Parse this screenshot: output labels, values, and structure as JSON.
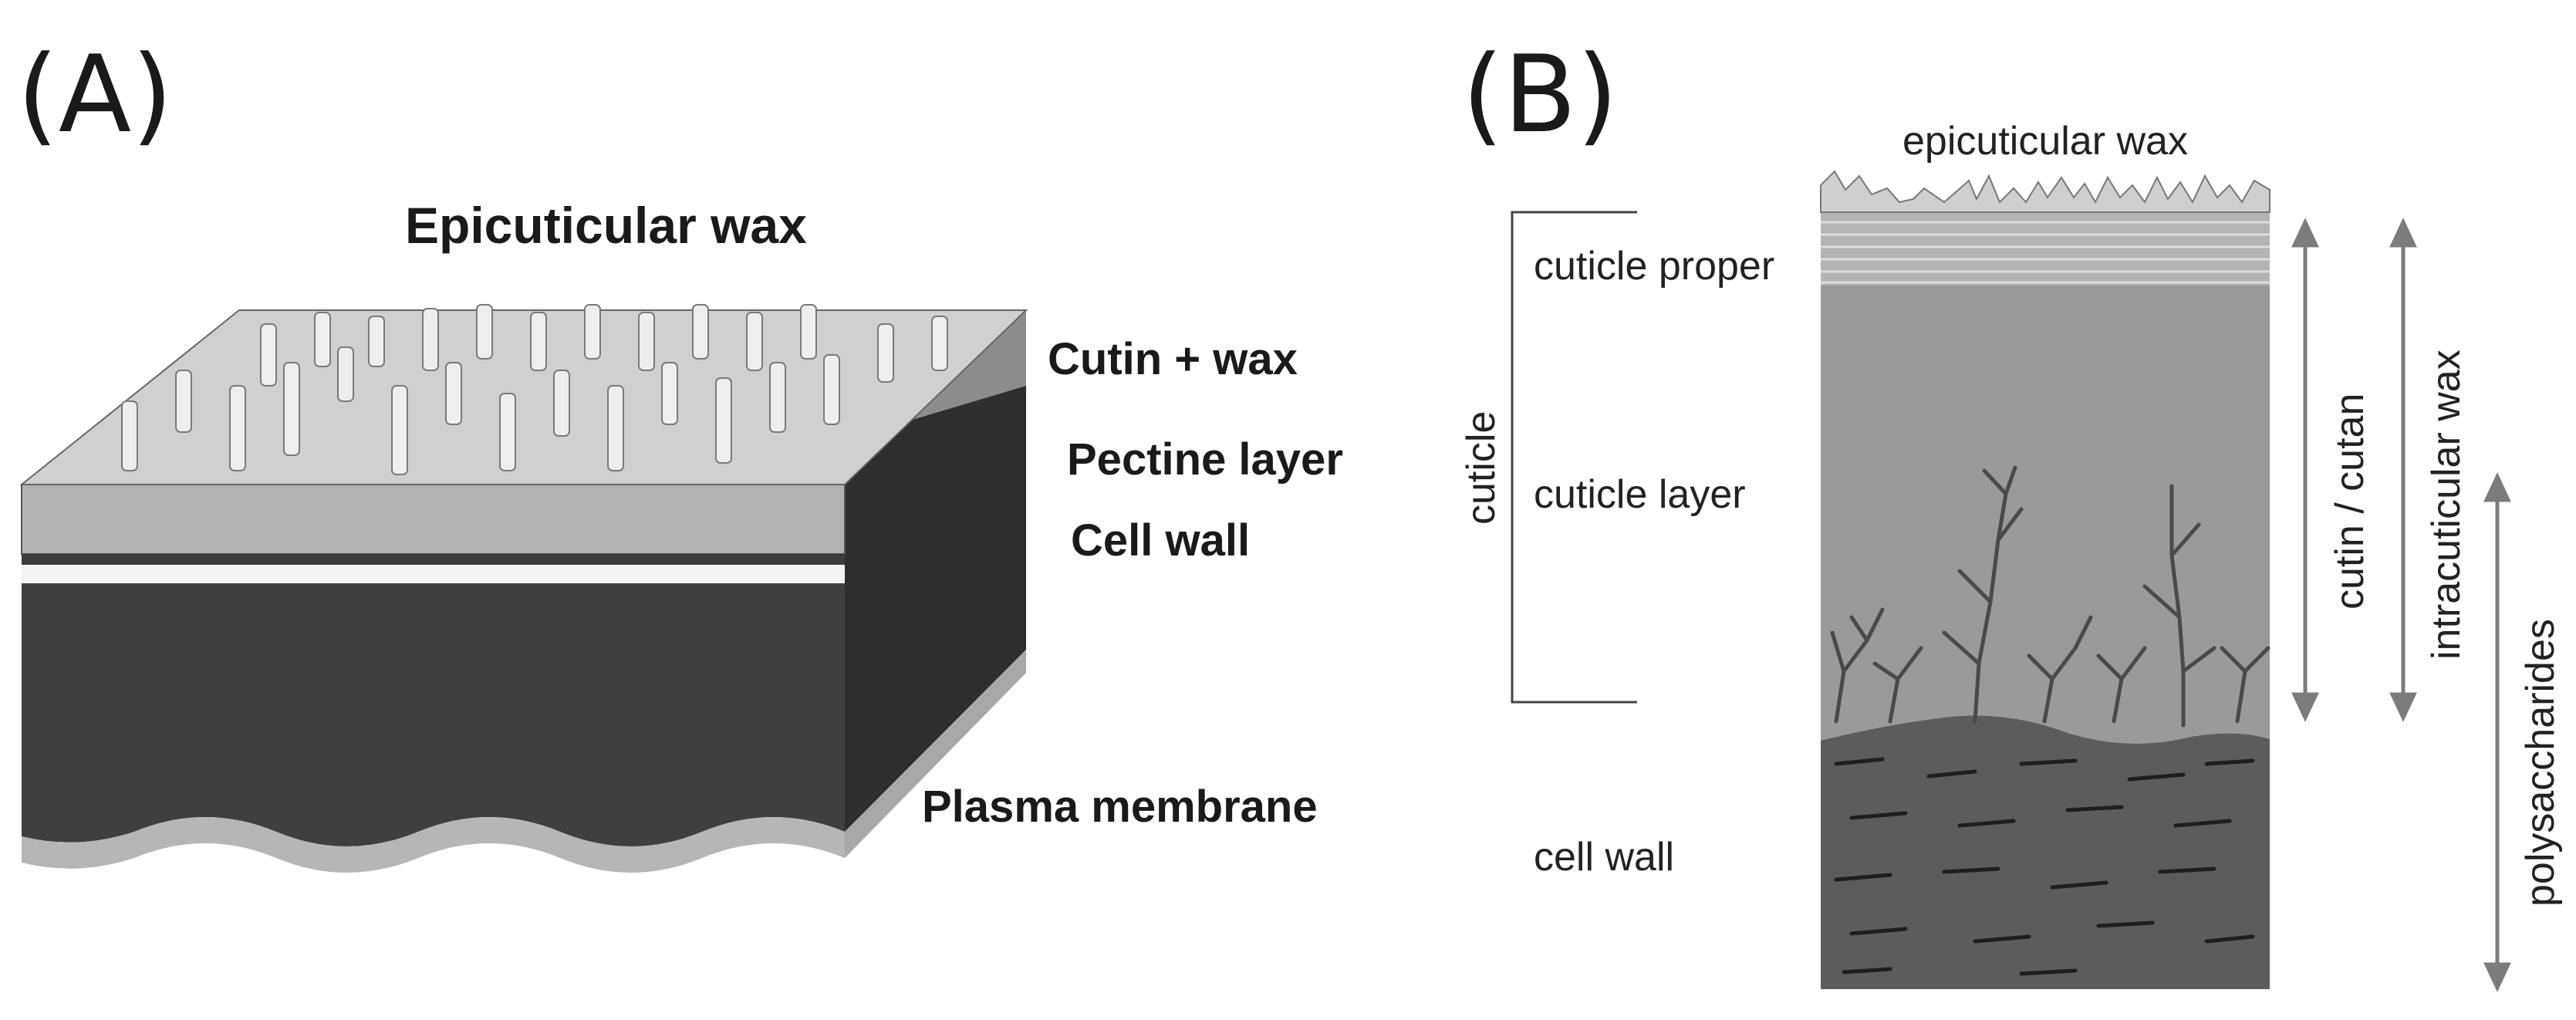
{
  "panel_a": {
    "label": "(A)",
    "title": "Epicuticular wax",
    "layers": [
      "Cutin + wax",
      "Pectine layer",
      "Cell wall",
      "Plasma membrane"
    ]
  },
  "panel_b": {
    "label": "(B)",
    "top_label": "epicuticular wax",
    "left_labels": [
      "cuticle proper",
      "cuticle layer",
      "cell wall"
    ],
    "bracket_label": "cuticle",
    "arrow_labels": [
      "cutin / cutan",
      "intracuticular wax",
      "polysaccharides"
    ]
  },
  "colors": {
    "wax": "#d2d2d2",
    "dark_layer": "#424242",
    "cuticle": "#9a9a9a",
    "cell_wall_b": "#5e5e5e",
    "arrow": "#7c7c7c"
  }
}
